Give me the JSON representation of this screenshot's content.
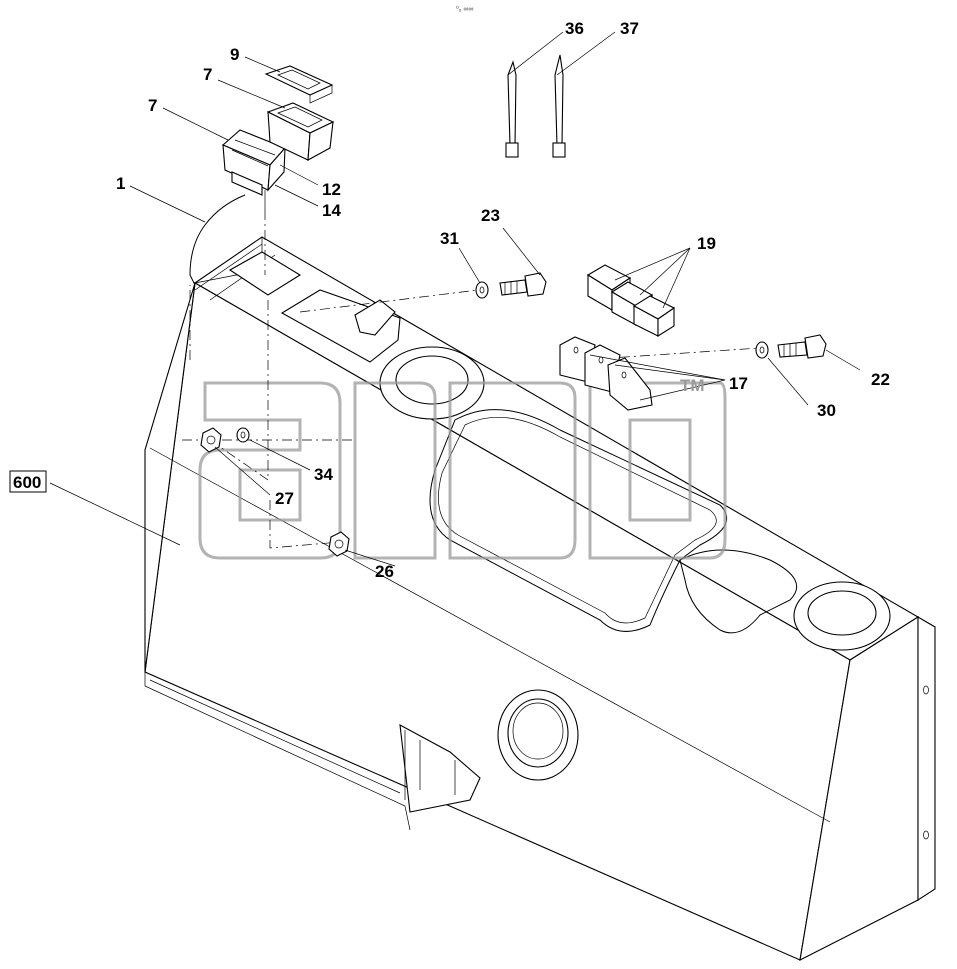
{
  "header_mark": "⁰ₒ ∞∞",
  "labels": {
    "l1": "1",
    "l7a": "7",
    "l7b": "7",
    "l9": "9",
    "l12": "12",
    "l14": "14",
    "l36": "36",
    "l37": "37",
    "l23": "23",
    "l31": "31",
    "l19": "19",
    "l17": "17",
    "tm": "TM",
    "l22": "22",
    "l30": "30",
    "l34": "34",
    "l27": "27",
    "l26": "26",
    "l600": "600"
  }
}
